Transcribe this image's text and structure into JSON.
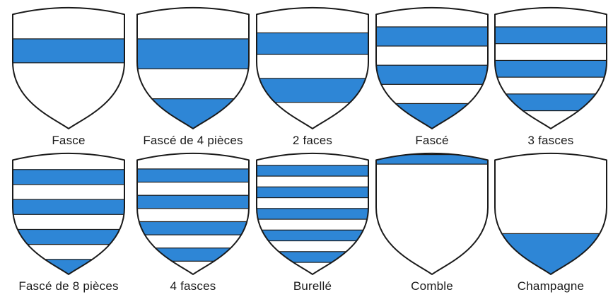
{
  "colors": {
    "band": "#2e86d6",
    "field": "#ffffff",
    "outline": "#1a1a1a"
  },
  "shields": [
    {
      "label": "Fasce",
      "blue_bands": [
        [
          0.25,
          0.45
        ]
      ]
    },
    {
      "label": "Fascé de 4 pièces",
      "blue_bands": [
        [
          0.25,
          0.5
        ],
        [
          0.75,
          1.0
        ]
      ]
    },
    {
      "label": "2 faces",
      "blue_bands": [
        [
          0.2,
          0.38
        ],
        [
          0.58,
          0.78
        ]
      ]
    },
    {
      "label": "Fascé",
      "blue_bands": [
        [
          0.15,
          0.31
        ],
        [
          0.47,
          0.63
        ],
        [
          0.79,
          1.0
        ]
      ]
    },
    {
      "label": "3 fasces",
      "blue_bands": [
        [
          0.15,
          0.29
        ],
        [
          0.43,
          0.57
        ],
        [
          0.71,
          0.85
        ]
      ]
    },
    {
      "label": "Fascé de 8 pièces",
      "blue_bands": [
        [
          0.125,
          0.25
        ],
        [
          0.375,
          0.5
        ],
        [
          0.625,
          0.75
        ],
        [
          0.875,
          1.0
        ]
      ]
    },
    {
      "label": "4 fasces",
      "blue_bands": [
        [
          0.12,
          0.23
        ],
        [
          0.34,
          0.45
        ],
        [
          0.56,
          0.67
        ],
        [
          0.78,
          0.89
        ]
      ]
    },
    {
      "label": "Burellé",
      "blue_bands": [
        [
          0.09,
          0.18
        ],
        [
          0.27,
          0.36
        ],
        [
          0.45,
          0.54
        ],
        [
          0.63,
          0.72
        ],
        [
          0.81,
          0.9
        ]
      ]
    },
    {
      "label": "Comble",
      "blue_bands": [
        [
          0.0,
          0.08
        ]
      ]
    },
    {
      "label": "Champagne",
      "blue_bands": [
        [
          0.66,
          1.0
        ]
      ]
    }
  ]
}
